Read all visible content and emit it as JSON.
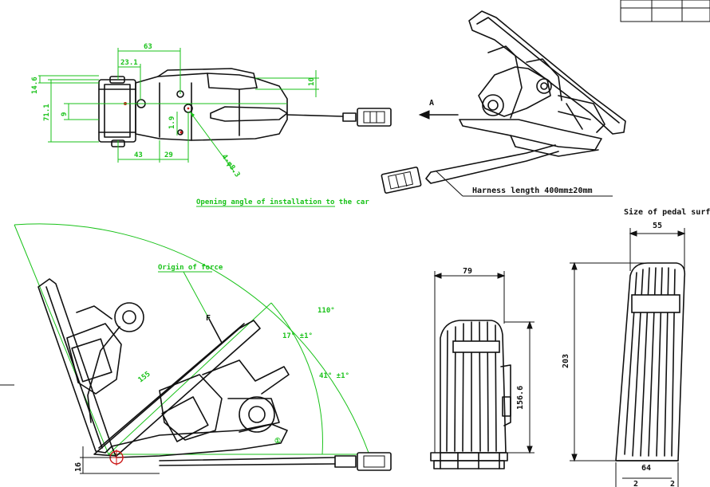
{
  "top_view": {
    "dim_63": "63",
    "dim_23_1": "23.1",
    "dim_14_6": "14.6",
    "dim_10": "10",
    "dim_71_1": "71.1",
    "dim_9": "9",
    "dim_1_9": "1.9",
    "dim_43": "43",
    "dim_29": "29",
    "dim_4_r": "4-φ8.3"
  },
  "iso_view": {
    "arrow_a": "A",
    "harness": "Harness length 400mm±20mm"
  },
  "side_view": {
    "opening_angle": "Opening angle of installation to the car",
    "origin_force": "Origin of force",
    "force_f": "F",
    "angle_110": "110°",
    "angle_17": "17° ±1°",
    "angle_41": "41° ±1°",
    "length_155": "155",
    "dim_16": "16",
    "marker_1": "①"
  },
  "front_view": {
    "dim_79": "79",
    "dim_156_6": "156.6"
  },
  "pedal_surface": {
    "title": "Size of pedal surface",
    "dim_55": "55",
    "dim_203": "203",
    "dim_64": "64",
    "dim_2a": "2",
    "dim_2b": "2"
  },
  "colors": {
    "dimension": "#19c219",
    "outline": "#111111",
    "hole_marker": "#cc1a1a"
  }
}
